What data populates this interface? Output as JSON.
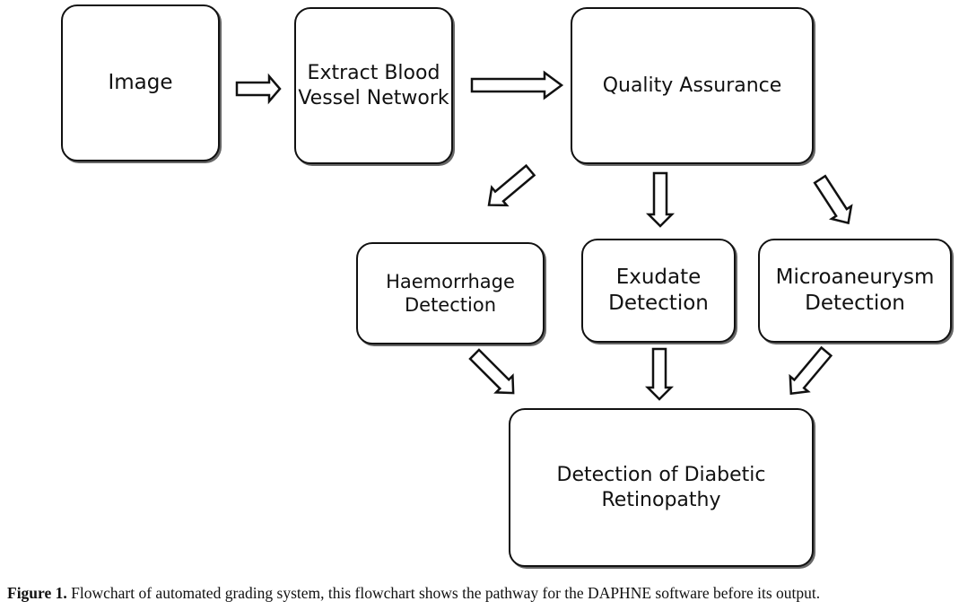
{
  "nodes": {
    "image": "Image",
    "extract": "Extract Blood\nVessel Network",
    "quality": "Quality Assurance",
    "haemorrhage": "Haemorrhage\nDetection",
    "exudate": "Exudate\nDetection",
    "microaneurysm": "Microaneurysm\nDetection",
    "diabetic": "Detection of Diabetic\nRetinopathy"
  },
  "caption": {
    "label": "Figure 1.",
    "text": " Flowchart of automated grading system, this flowchart shows the pathway for the DAPHNE software before its output."
  }
}
